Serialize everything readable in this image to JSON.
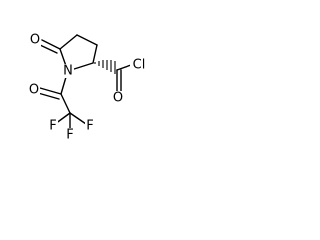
{
  "molecule": {
    "atoms": {
      "ring_oxygen": "O",
      "nitrogen": "N",
      "acyl_chloride_chlorine": "Cl",
      "acyl_chloride_oxygen": "O",
      "acetyl_oxygen": "O",
      "fluorine_1": "F",
      "fluorine_2": "F",
      "fluorine_3": "F"
    },
    "colors": {
      "bond": "#000000",
      "text": "#000000",
      "background": "#ffffff"
    }
  }
}
